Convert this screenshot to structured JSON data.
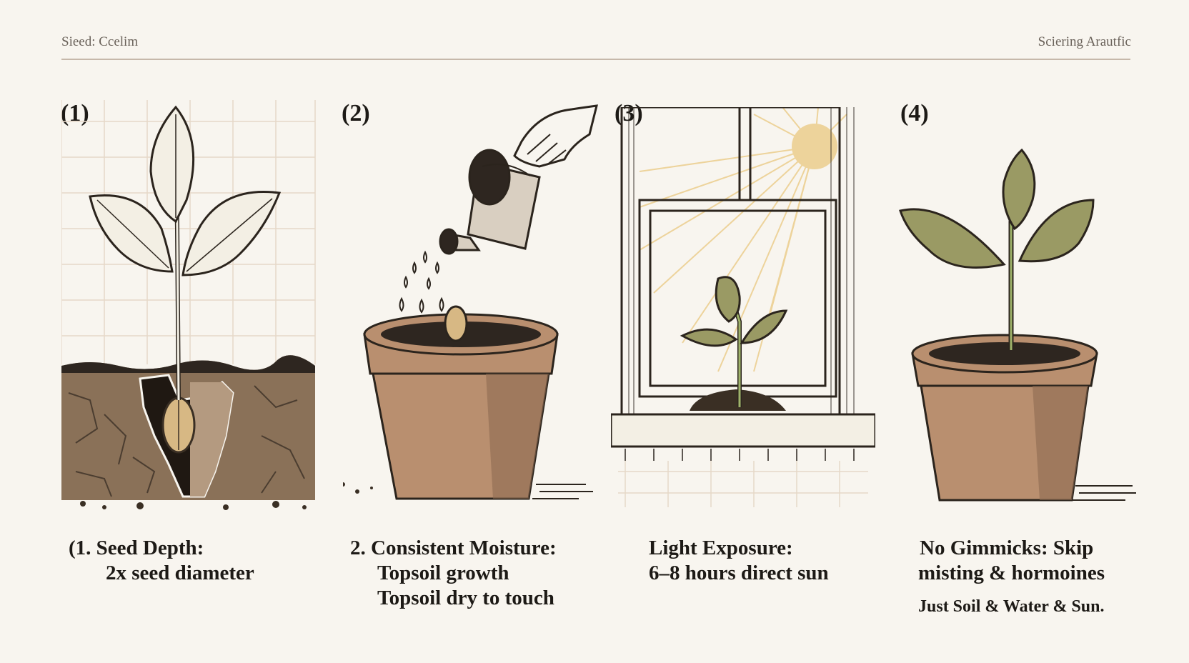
{
  "header": {
    "left": "Sieed: Ccelim",
    "right": "Sciering Arautfic"
  },
  "steps": [
    {
      "num": "(1)",
      "caption": [
        "(1.  Seed Depth:",
        "2x seed diameter"
      ]
    },
    {
      "num": "(2)",
      "caption": [
        "2.  Consistent Moisture:",
        "Topsoil growth",
        "Topsoil dry to touch"
      ]
    },
    {
      "num": "(3)",
      "caption": [
        "Light Exposure:",
        "6–8 hours direct sun"
      ]
    },
    {
      "num": "(4)",
      "caption": [
        "No Gimmicks:  Skip",
        "misting & hormoines"
      ],
      "note": "Just Soil & Water & Sun."
    }
  ],
  "colors": {
    "background": "#f8f5ef",
    "ink": "#2b241d",
    "leaf_line": "#f3efe4",
    "leaf_green": "#9a9a64",
    "soil": "#8a7158",
    "pot": "#b98f6f",
    "sun": "#edd39b"
  }
}
